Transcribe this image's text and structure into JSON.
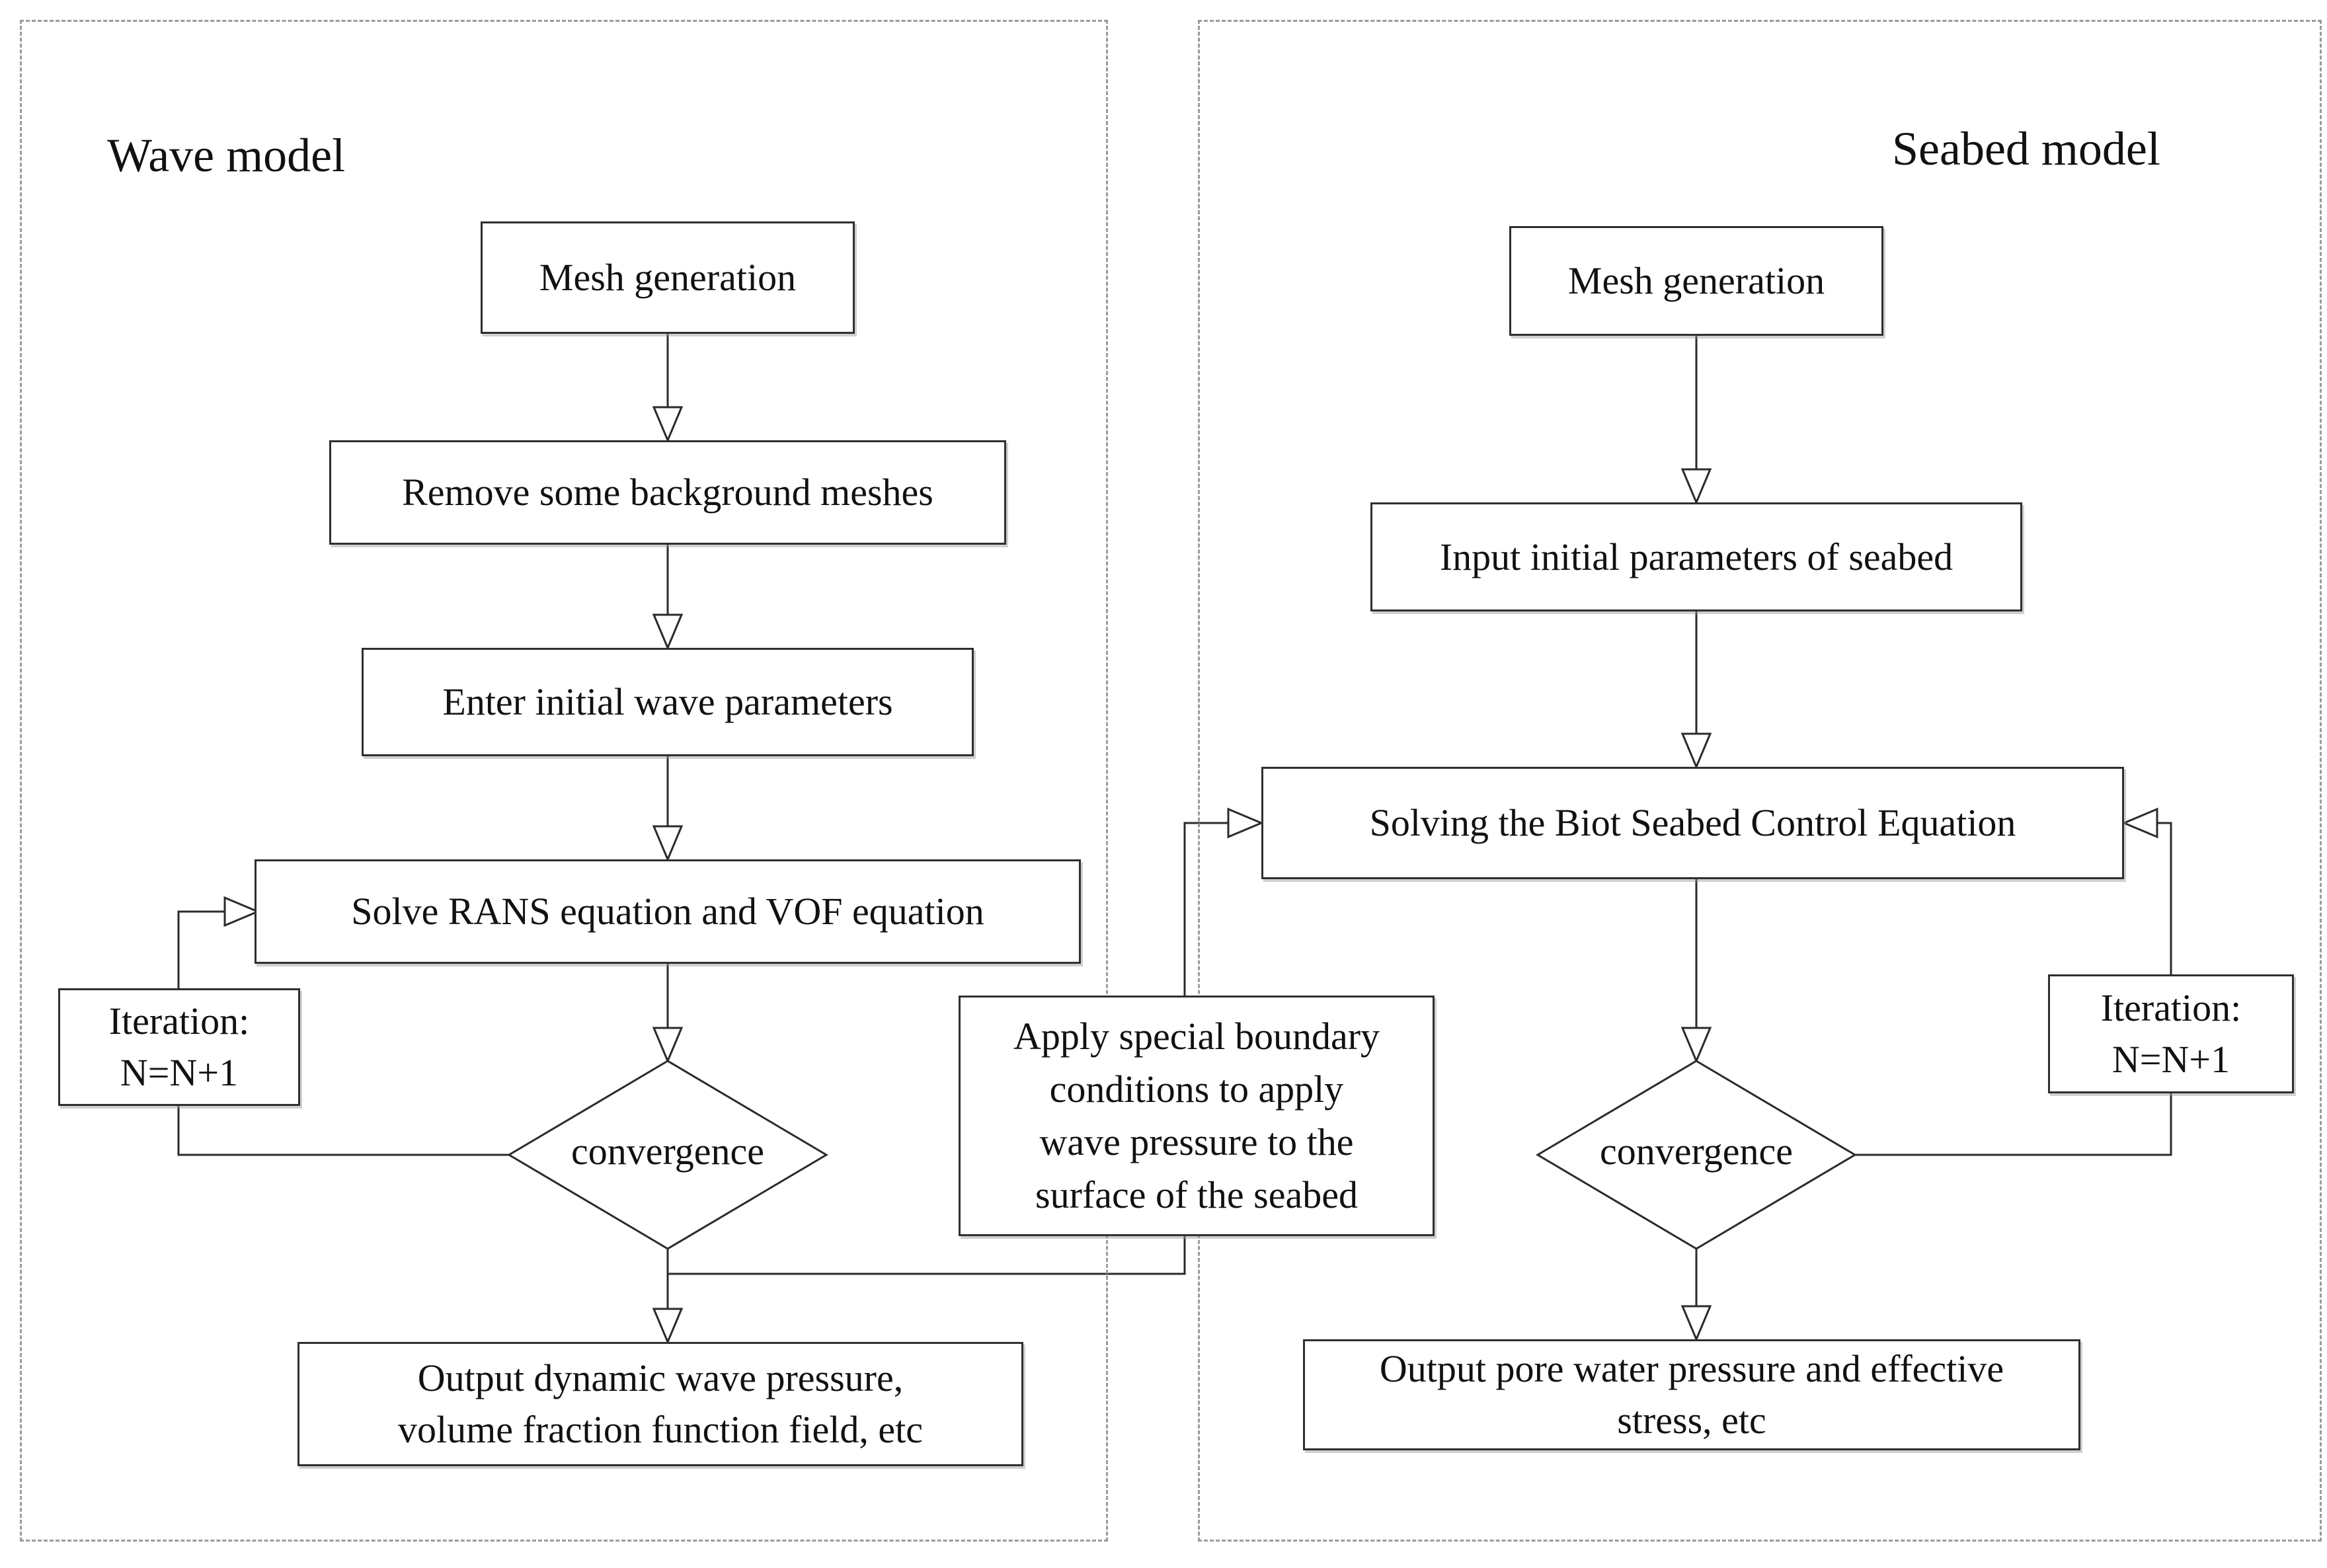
{
  "panels": {
    "wave": {
      "title": "Wave model",
      "mesh": "Mesh generation",
      "remove": "Remove some background meshes",
      "enter": "Enter initial wave parameters",
      "solve": "Solve RANS equation and VOF equation",
      "iteration_line1": "Iteration:",
      "iteration_line2": "N=N+1",
      "convergence": "convergence",
      "output_line1": "Output dynamic wave pressure,",
      "output_line2": "volume fraction function field, etc"
    },
    "seabed": {
      "title": "Seabed model",
      "mesh": "Mesh generation",
      "input": "Input initial parameters of seabed",
      "solving": "Solving the Biot Seabed Control Equation",
      "iteration_line1": "Iteration:",
      "iteration_line2": "N=N+1",
      "convergence": "convergence",
      "output_line1": "Output pore water pressure and effective",
      "output_line2": "stress, etc"
    }
  },
  "connector": {
    "apply_line1": "Apply special boundary",
    "apply_line2": "conditions to apply",
    "apply_line3": "wave pressure to the",
    "apply_line4": "surface of the seabed"
  },
  "colors": {
    "background": "#ffffff",
    "line": "#2b2b2b",
    "box_border": "#2f2f2f",
    "panel_border": "#9b9b9b",
    "text": "#111111"
  }
}
